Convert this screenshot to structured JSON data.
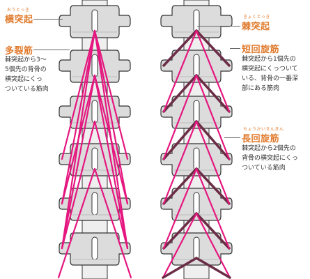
{
  "colors": {
    "muscle": "#e5167f",
    "muscle_short": "#6b2c46",
    "bone_fill": "#dcdcdc",
    "bone_stroke": "#333333",
    "label": "#e07a2c",
    "text": "#333333"
  },
  "left_panel": {
    "transverse": {
      "ruby": "おうとっき",
      "term": "横突起"
    },
    "multifidus": {
      "term": "多裂筋",
      "desc_lines": [
        "棘突起から3〜",
        "5個先の背骨の",
        "横突起にくっ",
        "ついている筋肉"
      ]
    }
  },
  "right_panel": {
    "spinous": {
      "ruby": "きょくとっき",
      "term": "棘突起"
    },
    "short_rotator": {
      "term": "短回旋筋",
      "desc_lines": [
        "棘突起から1個先の",
        "横突起にくっついて",
        "いる、背骨の一番深",
        "部にある筋肉"
      ]
    },
    "long_rotator": {
      "ruby": "ちょうかいせんきん",
      "term": "長回旋筋",
      "desc_lines": [
        "棘突起から2個先の",
        "背骨の横突起にくっ",
        "ついている筋肉"
      ]
    }
  }
}
